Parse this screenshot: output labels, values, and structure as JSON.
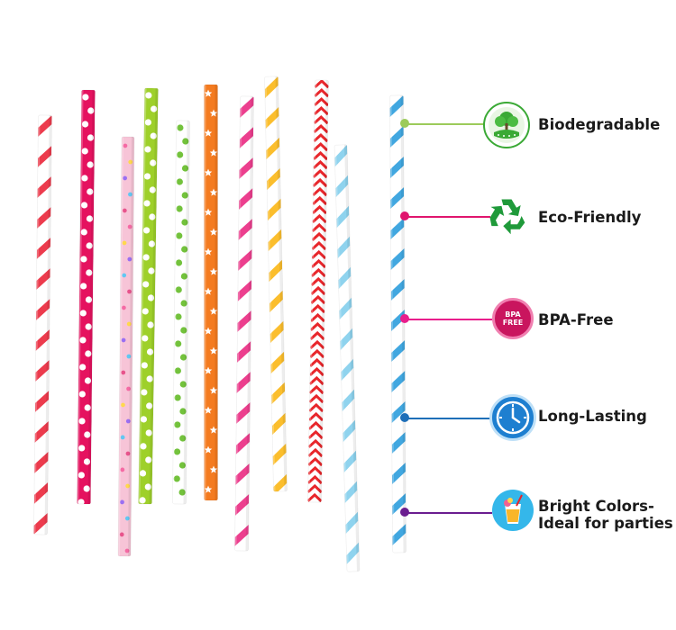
{
  "features": [
    {
      "label": "Biodegradable",
      "icon": "leaf-tree-icon",
      "color": "#9ccb5a"
    },
    {
      "label": "Eco-Friendly",
      "icon": "recycle-icon",
      "color": "#e0156e"
    },
    {
      "label": "BPA-Free",
      "icon": "bpa-free-icon",
      "color": "#e91e8c",
      "badge_text": [
        "BPA",
        "FREE"
      ]
    },
    {
      "label": "Long-Lasting",
      "icon": "clock-icon",
      "color": "#1e6fb8"
    },
    {
      "label_lines": [
        "Bright Colors-",
        "Ideal for parties"
      ],
      "icon": "drink-glass-icon",
      "color": "#6a1d8f"
    }
  ],
  "straws": [
    {
      "name": "straw-red-stripe",
      "pattern": "stripe",
      "base": "#ffffff",
      "accent": "#ec3b4d"
    },
    {
      "name": "straw-pink-polka",
      "pattern": "dots",
      "base": "#e5125f",
      "accent": "#ffffff"
    },
    {
      "name": "straw-pink-hearts",
      "pattern": "hearts",
      "base": "#f7c4d7",
      "accent": "#e8548c"
    },
    {
      "name": "straw-lime-polka",
      "pattern": "dots",
      "base": "#9ed02a",
      "accent": "#ffffff"
    },
    {
      "name": "straw-white-green-dots",
      "pattern": "dots",
      "base": "#ffffff",
      "accent": "#73c23c"
    },
    {
      "name": "straw-orange-stars",
      "pattern": "stars",
      "base": "#f47b20",
      "accent": "#ffffff"
    },
    {
      "name": "straw-pink-stripe",
      "pattern": "stripe",
      "base": "#ffffff",
      "accent": "#ec3f8e"
    },
    {
      "name": "straw-yellow-stripe",
      "pattern": "stripe",
      "base": "#ffffff",
      "accent": "#fbbe2d"
    },
    {
      "name": "straw-red-chevron",
      "pattern": "chevron",
      "base": "#ffffff",
      "accent": "#e8262b"
    },
    {
      "name": "straw-lightblue-stripe",
      "pattern": "stripe",
      "base": "#ffffff",
      "accent": "#8fd3ee"
    },
    {
      "name": "straw-blue-stripe",
      "pattern": "stripe",
      "base": "#ffffff",
      "accent": "#41a7e0"
    }
  ]
}
